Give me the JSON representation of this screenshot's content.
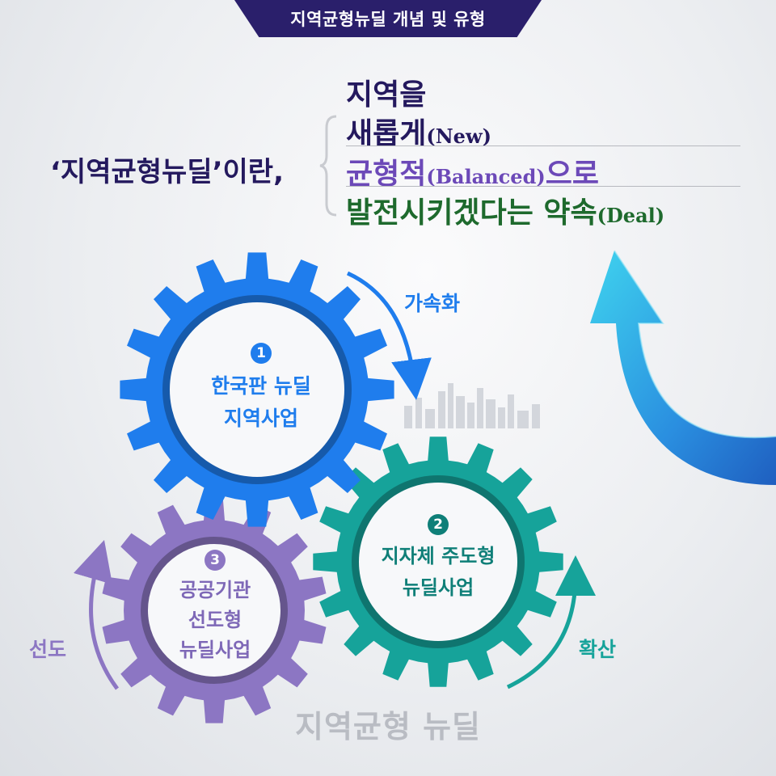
{
  "header": {
    "title": "지역균형뉴딜 개념 및 유형"
  },
  "intro": {
    "lead": "‘지역균형뉴딜’이란,",
    "line1": "지역을",
    "line2_main": "새롭게",
    "line2_paren": "(New)",
    "line3_main": "균형적",
    "line3_paren": "(Balanced)",
    "line3_suffix": "으로",
    "line4_main": "발전시키겠다는 약속",
    "line4_paren": "(Deal)"
  },
  "gears": [
    {
      "number": "1",
      "line1": "한국판 뉴딜",
      "line2": "지역사업",
      "color": "#1f7ded"
    },
    {
      "number": "2",
      "line1": "지자체 주도형",
      "line2": "뉴딜사업",
      "color": "#16a39a"
    },
    {
      "number": "3",
      "line1": "공공기관",
      "line2": "선도형",
      "line3": "뉴딜사업",
      "color": "#8c76c3"
    }
  ],
  "arrows": {
    "accelerate": "가속화",
    "spread": "확산",
    "lead": "선도"
  },
  "watermark": "지역균형 뉴딜",
  "colors": {
    "navy": "#24195e",
    "blue": "#1f7ded",
    "teal": "#16a39a",
    "purple": "#8c76c3",
    "green": "#1e6a2d"
  }
}
